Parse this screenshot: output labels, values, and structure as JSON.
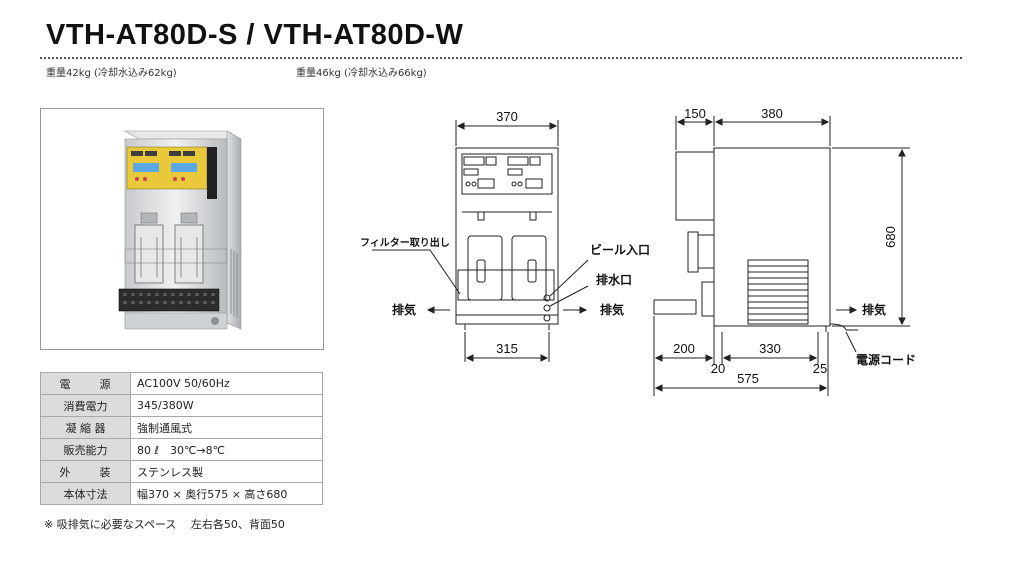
{
  "header": {
    "title": "VTH-AT80D-S / VTH-AT80D-W",
    "weight_s": "重量42kg (冷却水込み62kg)",
    "weight_w": "重量46kg (冷却水込み66kg)"
  },
  "specs": [
    {
      "label": "電　源",
      "value": "AC100V 50/60Hz"
    },
    {
      "label": "消費電力",
      "value": "345/380W"
    },
    {
      "label": "凝 縮 器",
      "value": "強制通風式"
    },
    {
      "label": "販売能力",
      "value": "80 ℓ　30℃→8℃"
    },
    {
      "label": "外　装",
      "value": "ステンレス製"
    },
    {
      "label": "本体寸法",
      "value": "幅370 × 奥行575 × 高さ680"
    }
  ],
  "footnote": "※ 吸排気に必要なスペース　 左右各50、背面50",
  "front_view": {
    "width": "370",
    "base_width": "315",
    "filter_label": "フィルター取り出し",
    "beer_inlet_label": "ビール入口",
    "drain_label": "排水口",
    "exhaust_left": "排気",
    "exhaust_right": "排気"
  },
  "side_view": {
    "tower_depth": "150",
    "body_depth": "380",
    "height": "680",
    "front_overhang": "200",
    "left_gap": "20",
    "body_base": "330",
    "right_gap": "25",
    "total_depth": "575",
    "exhaust": "排気",
    "power_cord_label": "電源コード"
  }
}
